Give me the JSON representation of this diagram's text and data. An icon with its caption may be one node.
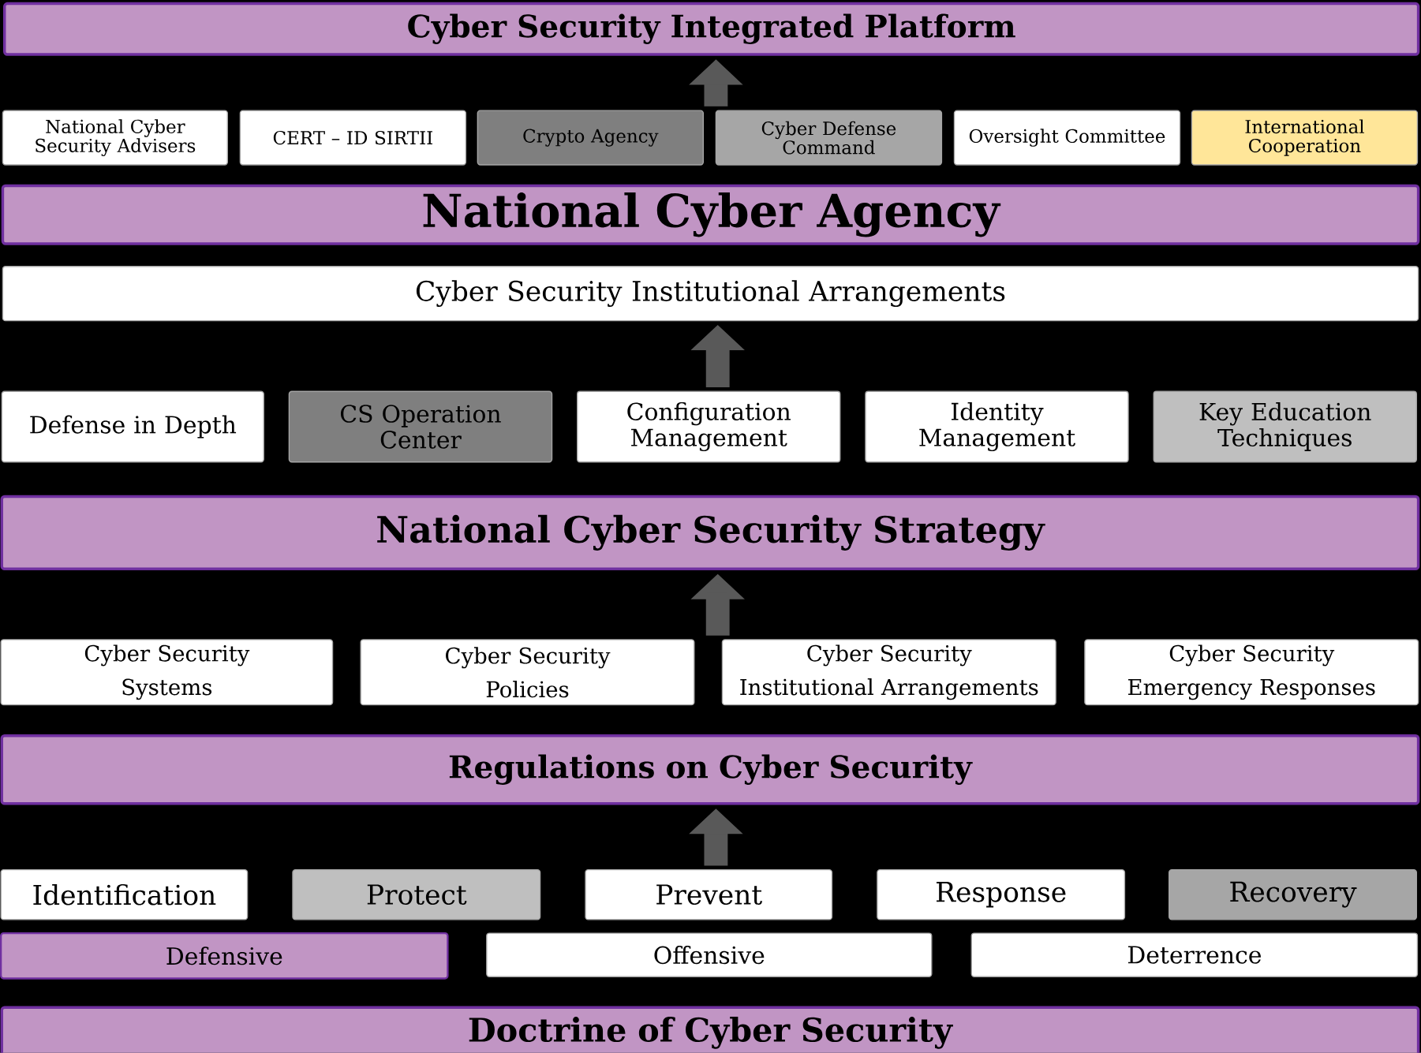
{
  "diagram": {
    "nodes": [
      {
        "text": [
          "Cyber Security Integrated Platform"
        ]
      },
      {
        "text": [
          "National Cyber Security Advisers"
        ]
      },
      {
        "text": [
          "CERT – ID SIRTII"
        ]
      },
      {
        "text": [
          "Crypto Agency"
        ]
      },
      {
        "text": [
          "Cyber Defense Command"
        ]
      },
      {
        "text": [
          "Oversight Committee"
        ]
      },
      {
        "text": [
          "International Cooperation"
        ]
      },
      {
        "text": [
          "National Cyber Agency"
        ]
      },
      {
        "text": [
          "Cyber Security Institutional Arrangements"
        ]
      },
      {
        "text": [
          "Defense in Depth"
        ]
      },
      {
        "text": [
          "CS Operation Center"
        ]
      },
      {
        "text": [
          "Configuration Management"
        ]
      },
      {
        "text": [
          "Identity Management"
        ]
      },
      {
        "text": [
          "Key Education Techniques"
        ]
      },
      {
        "text": [
          "National Cyber Security Strategy"
        ]
      },
      {
        "text": [
          "Cyber Security Systems"
        ]
      },
      {
        "text": [
          "Cyber Security Policies"
        ]
      },
      {
        "text": [
          "Cyber Security Institutional Arrangements"
        ]
      },
      {
        "text": [
          "Cyber Security Emergency Responses"
        ]
      },
      {
        "text": [
          "Regulations on Cyber Security"
        ]
      },
      {
        "text": [
          "Identification"
        ]
      },
      {
        "text": [
          "Protect"
        ]
      },
      {
        "text": [
          "Prevent"
        ]
      },
      {
        "text": [
          "Response"
        ]
      },
      {
        "text": [
          "Recovery"
        ]
      },
      {
        "text": [
          "Defensive"
        ]
      },
      {
        "text": [
          "Offensive"
        ]
      },
      {
        "text": [
          "Deterrence"
        ]
      },
      {
        "text": [
          "Doctrine of Cyber Security"
        ]
      }
    ],
    "edges": [
      {
        "from": 4,
        "to": 0,
        "arrow": "to"
      },
      {
        "from": 11,
        "to": 8,
        "arrow": "to"
      },
      {
        "from": 17,
        "to": 14,
        "arrow": "to"
      },
      {
        "from": 22,
        "to": 19,
        "arrow": "to"
      }
    ]
  }
}
